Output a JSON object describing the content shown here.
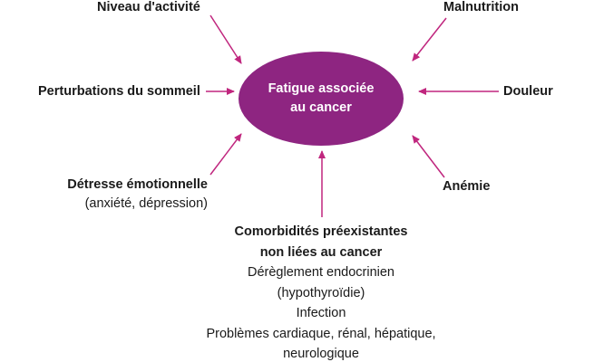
{
  "center": {
    "line1": "Fatigue associée",
    "line2": "au cancer"
  },
  "factors": {
    "activity": "Niveau d'activité",
    "malnutrition": "Malnutrition",
    "sleep": "Perturbations du sommeil",
    "pain": "Douleur",
    "distress": {
      "title": "Détresse émotionnelle",
      "detail": "(anxiété, dépression)"
    },
    "anemia": "Anémie",
    "comorbidities": {
      "title_line1": "Comorbidités préexistantes",
      "title_line2": "non liées au cancer",
      "items": [
        "Dérèglement endocrinien",
        "(hypothyroïdie)",
        "Infection",
        "Problèmes cardiaque, rénal, hépatique,",
        "neurologique"
      ]
    }
  },
  "colors": {
    "ellipse": "#8e2581",
    "arrow": "#c0267e",
    "text": "#1a1a1a"
  }
}
